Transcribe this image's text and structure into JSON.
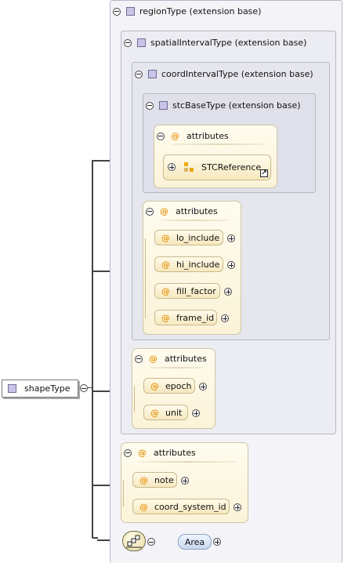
{
  "root": {
    "label": "shapeType"
  },
  "extension_types": [
    {
      "label": "regionType (extension base)"
    },
    {
      "label": "spatialIntervalType (extension base)"
    },
    {
      "label": "coordIntervalType (extension base)"
    },
    {
      "label": "stcBaseType (extension base)"
    }
  ],
  "attr_symbol": "@",
  "attribute_groups": {
    "stc": {
      "title": "attributes",
      "element": "STCReference"
    },
    "coord": {
      "title": "attributes",
      "items": [
        "lo_include",
        "hi_include",
        "fill_factor",
        "frame_id"
      ]
    },
    "spatial": {
      "title": "attributes",
      "items": [
        "epoch",
        "unit"
      ]
    },
    "region": {
      "title": "attributes",
      "items": [
        "note",
        "coord_system_id"
      ]
    }
  },
  "choice_element": "Area",
  "colors": {
    "type_border": "#b6b6c9",
    "attr_symbol": "#e89a1a",
    "element_blue": "#c9d8f0"
  }
}
